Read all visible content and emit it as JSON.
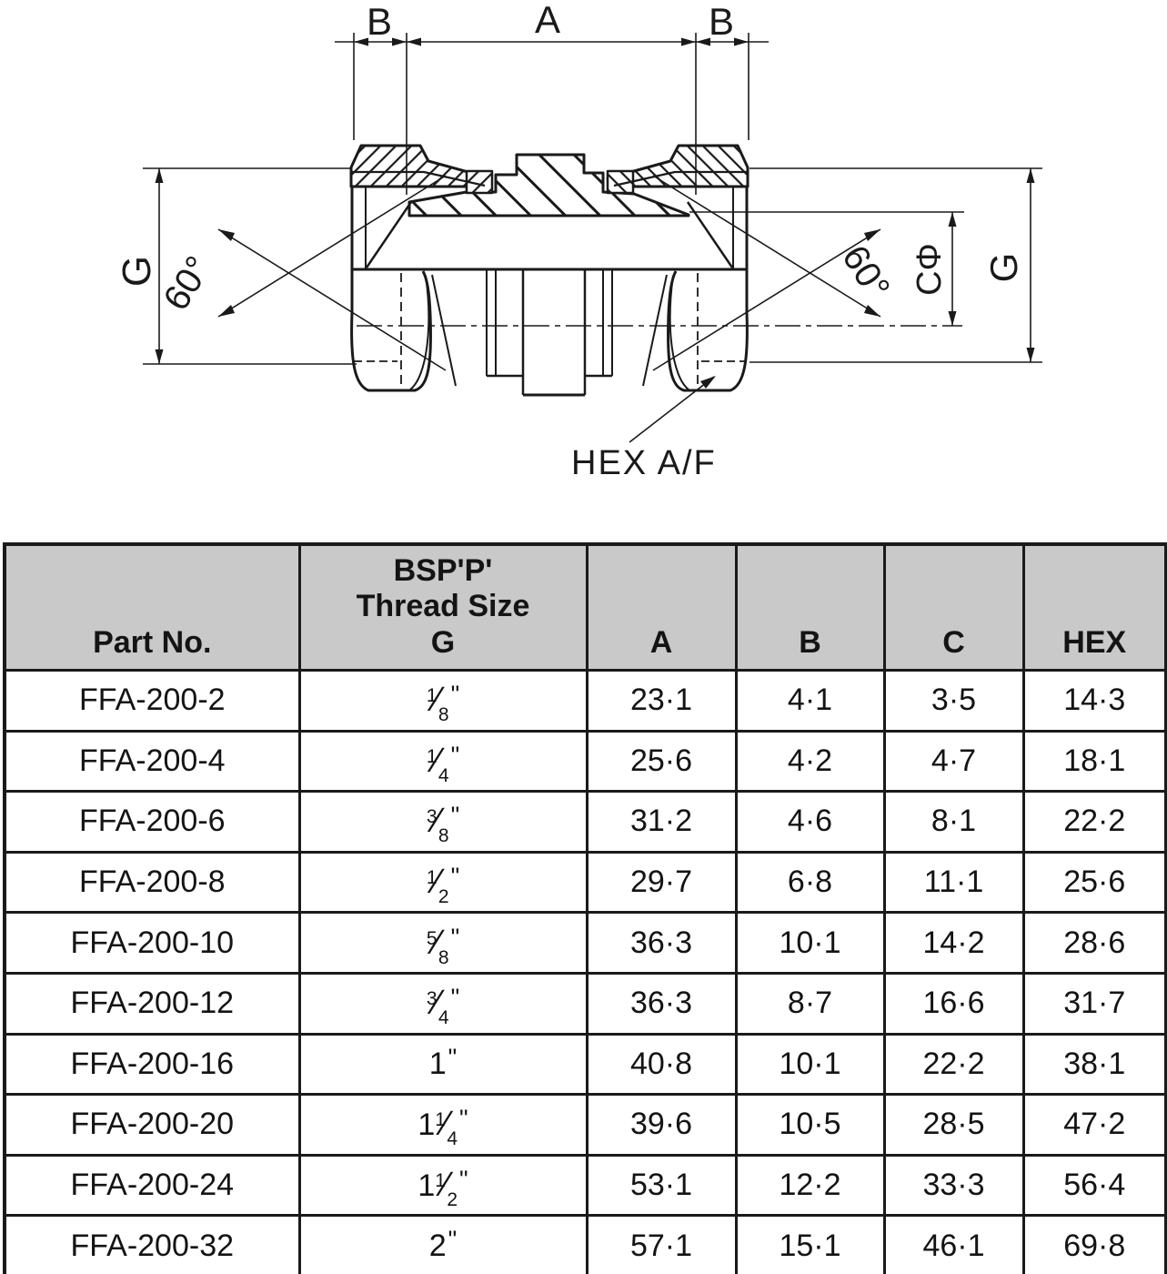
{
  "drawing": {
    "labels": {
      "b_left": "B",
      "a": "A",
      "b_right": "B",
      "g_left": "G",
      "angle_left": "60°",
      "angle_right": "60°",
      "c_dia": "CΦ",
      "g_right": "G",
      "hex_af": "HEX A/F"
    },
    "ink": "#1a1a1a"
  },
  "table": {
    "headers": {
      "part_no": "Part No.",
      "thread_size": "BSP'P'\nThread Size\nG",
      "a": "A",
      "b": "B",
      "c": "C",
      "hex": "HEX"
    },
    "rows": [
      {
        "part_no": "FFA-200-2",
        "thread": {
          "whole": "",
          "num": "1",
          "den": "8",
          "unit": "\""
        },
        "a": "23·1",
        "b": "4·1",
        "c": "3·5",
        "hex": "14·3"
      },
      {
        "part_no": "FFA-200-4",
        "thread": {
          "whole": "",
          "num": "1",
          "den": "4",
          "unit": "\""
        },
        "a": "25·6",
        "b": "4·2",
        "c": "4·7",
        "hex": "18·1"
      },
      {
        "part_no": "FFA-200-6",
        "thread": {
          "whole": "",
          "num": "3",
          "den": "8",
          "unit": "\""
        },
        "a": "31·2",
        "b": "4·6",
        "c": "8·1",
        "hex": "22·2"
      },
      {
        "part_no": "FFA-200-8",
        "thread": {
          "whole": "",
          "num": "1",
          "den": "2",
          "unit": "\""
        },
        "a": "29·7",
        "b": "6·8",
        "c": "11·1",
        "hex": "25·6"
      },
      {
        "part_no": "FFA-200-10",
        "thread": {
          "whole": "",
          "num": "5",
          "den": "8",
          "unit": "\""
        },
        "a": "36·3",
        "b": "10·1",
        "c": "14·2",
        "hex": "28·6"
      },
      {
        "part_no": "FFA-200-12",
        "thread": {
          "whole": "",
          "num": "3",
          "den": "4",
          "unit": "\""
        },
        "a": "36·3",
        "b": "8·7",
        "c": "16·6",
        "hex": "31·7"
      },
      {
        "part_no": "FFA-200-16",
        "thread": {
          "whole": "1",
          "num": "",
          "den": "",
          "unit": "\""
        },
        "a": "40·8",
        "b": "10·1",
        "c": "22·2",
        "hex": "38·1"
      },
      {
        "part_no": "FFA-200-20",
        "thread": {
          "whole": "1",
          "num": "1",
          "den": "4",
          "unit": "\""
        },
        "a": "39·6",
        "b": "10·5",
        "c": "28·5",
        "hex": "47·2"
      },
      {
        "part_no": "FFA-200-24",
        "thread": {
          "whole": "1",
          "num": "1",
          "den": "2",
          "unit": "\""
        },
        "a": "53·1",
        "b": "12·2",
        "c": "33·3",
        "hex": "56·4"
      },
      {
        "part_no": "FFA-200-32",
        "thread": {
          "whole": "2",
          "num": "",
          "den": "",
          "unit": "\""
        },
        "a": "57·1",
        "b": "15·1",
        "c": "46·1",
        "hex": "69·8"
      }
    ]
  },
  "colors": {
    "header_bg": "#c9c9c9",
    "border": "#1a1a1a",
    "ink": "#1a1a1a",
    "background": "#ffffff"
  }
}
